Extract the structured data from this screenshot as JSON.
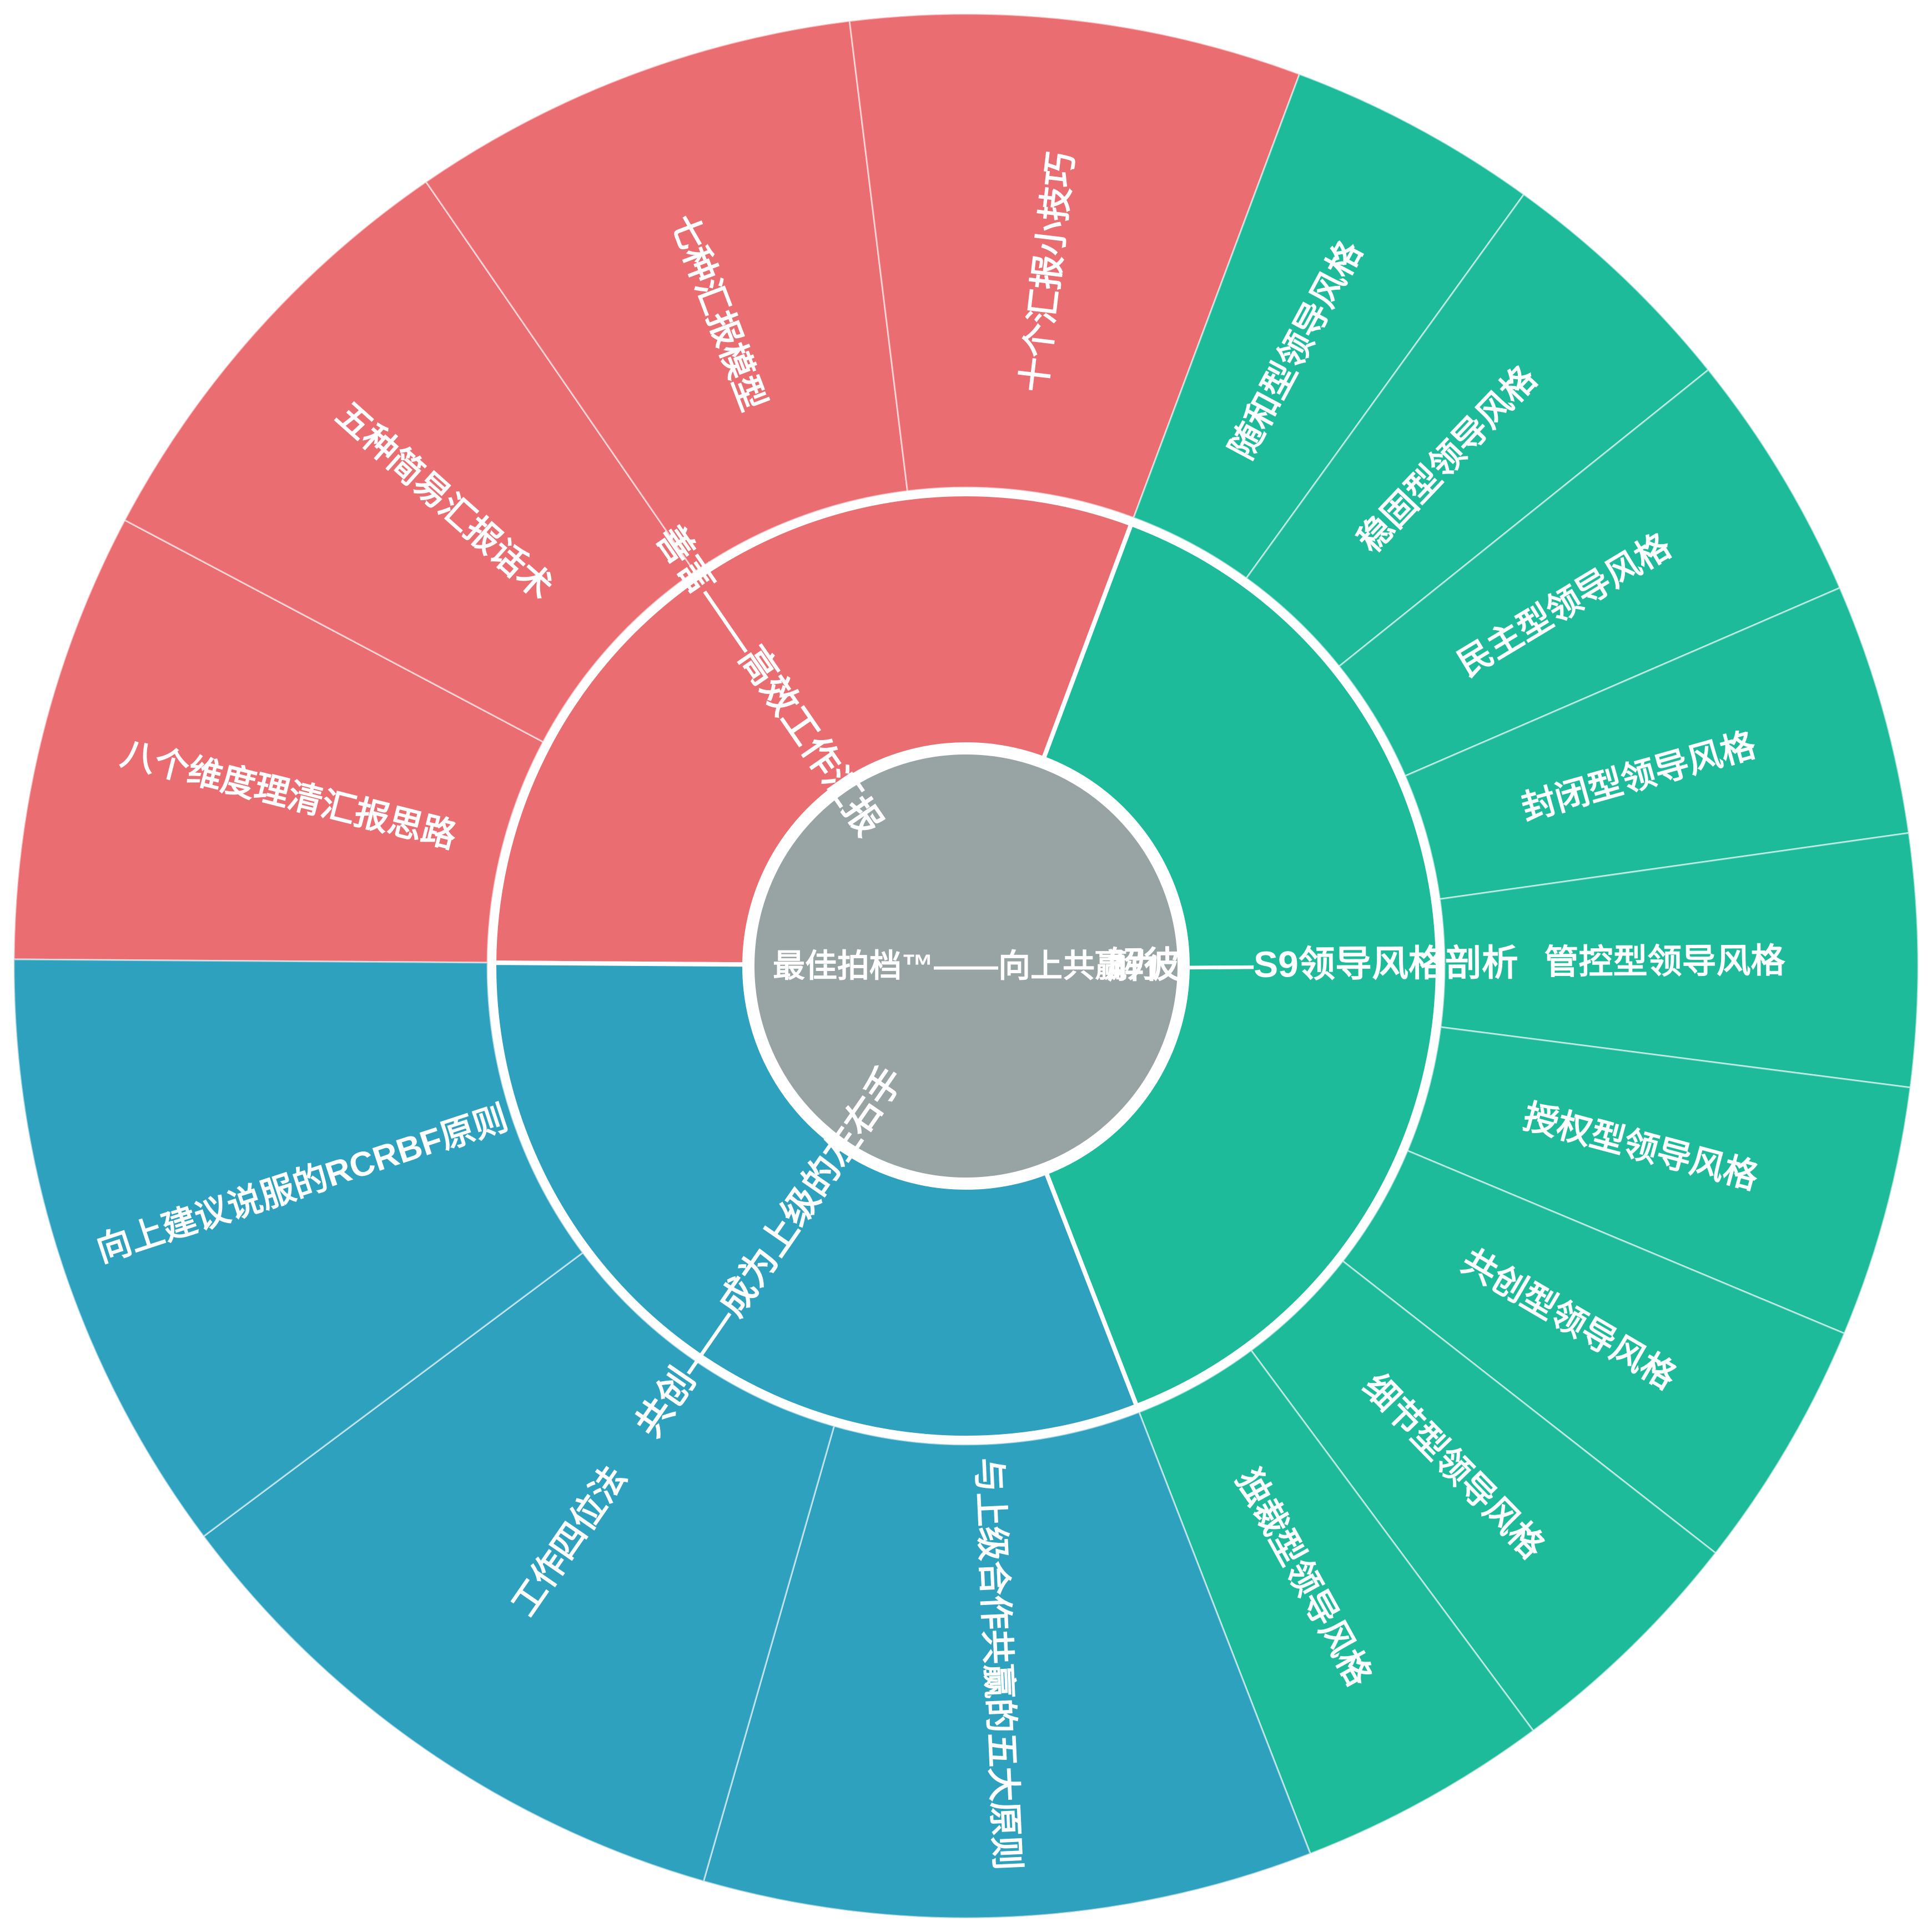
{
  "center": {
    "label": "最佳拍档™——向上共赢力",
    "color": "#97a4a3"
  },
  "sections": [
    {
      "label": "善言——高效工作汇报",
      "color": "#ea6d72",
      "children": [
        "八个维度理清汇报思路",
        "五种简易汇报话术",
        "七种汇报模型",
        "十个汇报小技巧"
      ]
    },
    {
      "label": "解彼——S9领导风格剖析",
      "color": "#1ebb9b",
      "children": [
        "随和型领导风格",
        "稳固型领导风格",
        "民主型领导风格",
        "封闭型领导风格",
        "管控型领导风格",
        "授权型领导风格",
        "共创型领导风格",
        "细节型领导风格",
        "独裁型领导风格"
      ]
    },
    {
      "label": "共创——成为上级的左右手",
      "color": "#2ea1bf",
      "children": [
        "与上级合作共赢的五大原则",
        "工作四位法",
        "向上建议说服的RCRBF原则"
      ]
    }
  ]
}
